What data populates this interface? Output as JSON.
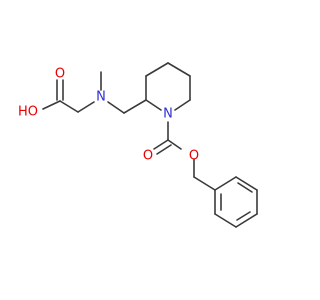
{
  "molecule": {
    "atoms": {
      "o_carbonyl_acid": {
        "text": "O",
        "color": "#e60000"
      },
      "o_hydroxyl": {
        "text": "HO",
        "color": "#e60000"
      },
      "n_amine": {
        "text": "N",
        "color": "#2f2fd8"
      },
      "n_piperidine": {
        "text": "N",
        "color": "#2f2fd8"
      },
      "o_carbonyl_carbamate": {
        "text": "O",
        "color": "#e60000"
      },
      "o_ester": {
        "text": "O",
        "color": "#e60000"
      }
    },
    "bond_color": "#3a3a3a"
  }
}
